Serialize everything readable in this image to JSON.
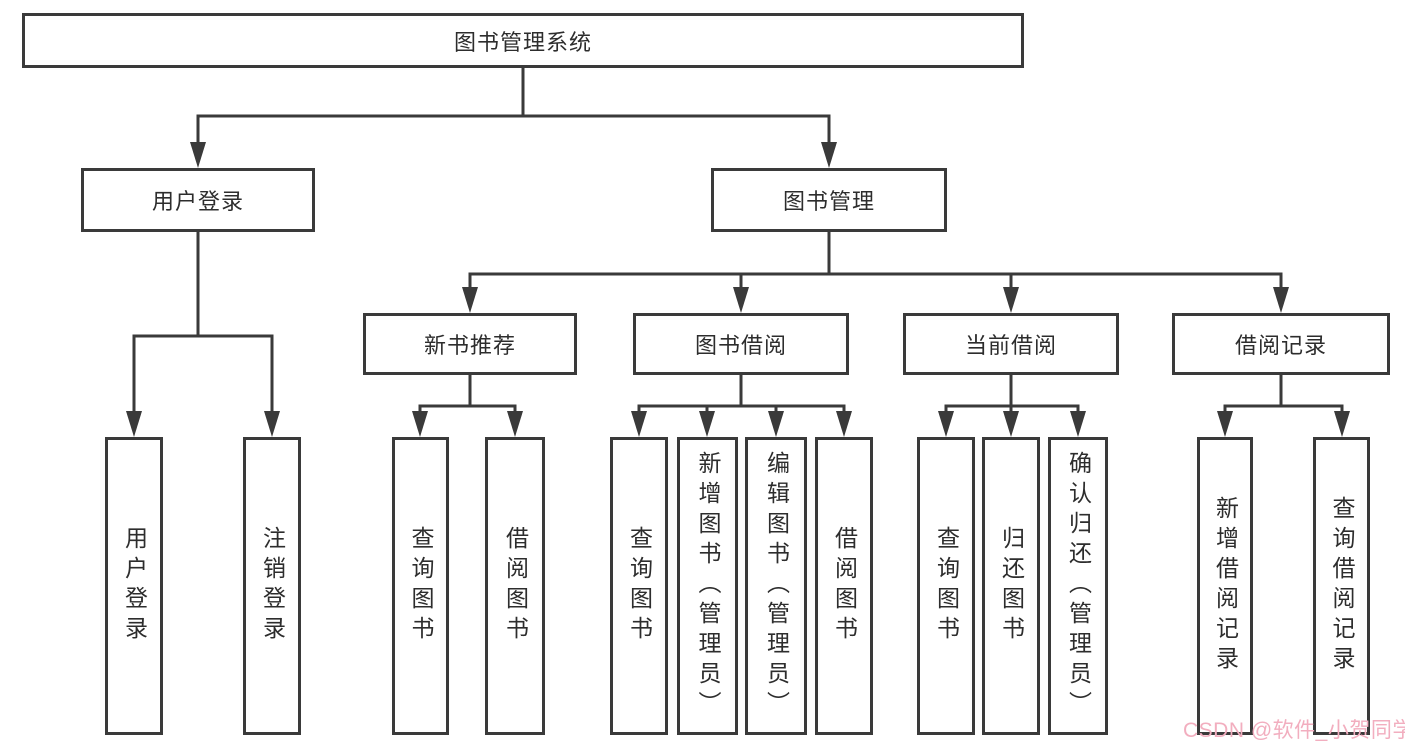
{
  "diagram": {
    "root": {
      "label": "图书管理系统"
    },
    "branches": [
      {
        "label": "用户登录",
        "children": [
          {
            "label": "用户登录"
          },
          {
            "label": "注销登录"
          }
        ]
      },
      {
        "label": "图书管理",
        "children": [
          {
            "label": "新书推荐",
            "children": [
              {
                "label": "查询图书"
              },
              {
                "label": "借阅图书"
              }
            ]
          },
          {
            "label": "图书借阅",
            "children": [
              {
                "label": "查询图书"
              },
              {
                "label": "新增图书（管理员）"
              },
              {
                "label": "编辑图书（管理员）"
              },
              {
                "label": "借阅图书"
              }
            ]
          },
          {
            "label": "当前借阅",
            "children": [
              {
                "label": "查询图书"
              },
              {
                "label": "归还图书"
              },
              {
                "label": "确认归还（管理员）"
              }
            ]
          },
          {
            "label": "借阅记录",
            "children": [
              {
                "label": "新增借阅记录"
              },
              {
                "label": "查询借阅记录"
              }
            ]
          }
        ]
      }
    ]
  },
  "colors": {
    "line": "#3a3a3a",
    "text": "#2d2d2d",
    "watermark": "#f2aebf",
    "background": "#ffffff"
  },
  "watermark": {
    "text": "CSDN @软件_小贺同学"
  }
}
